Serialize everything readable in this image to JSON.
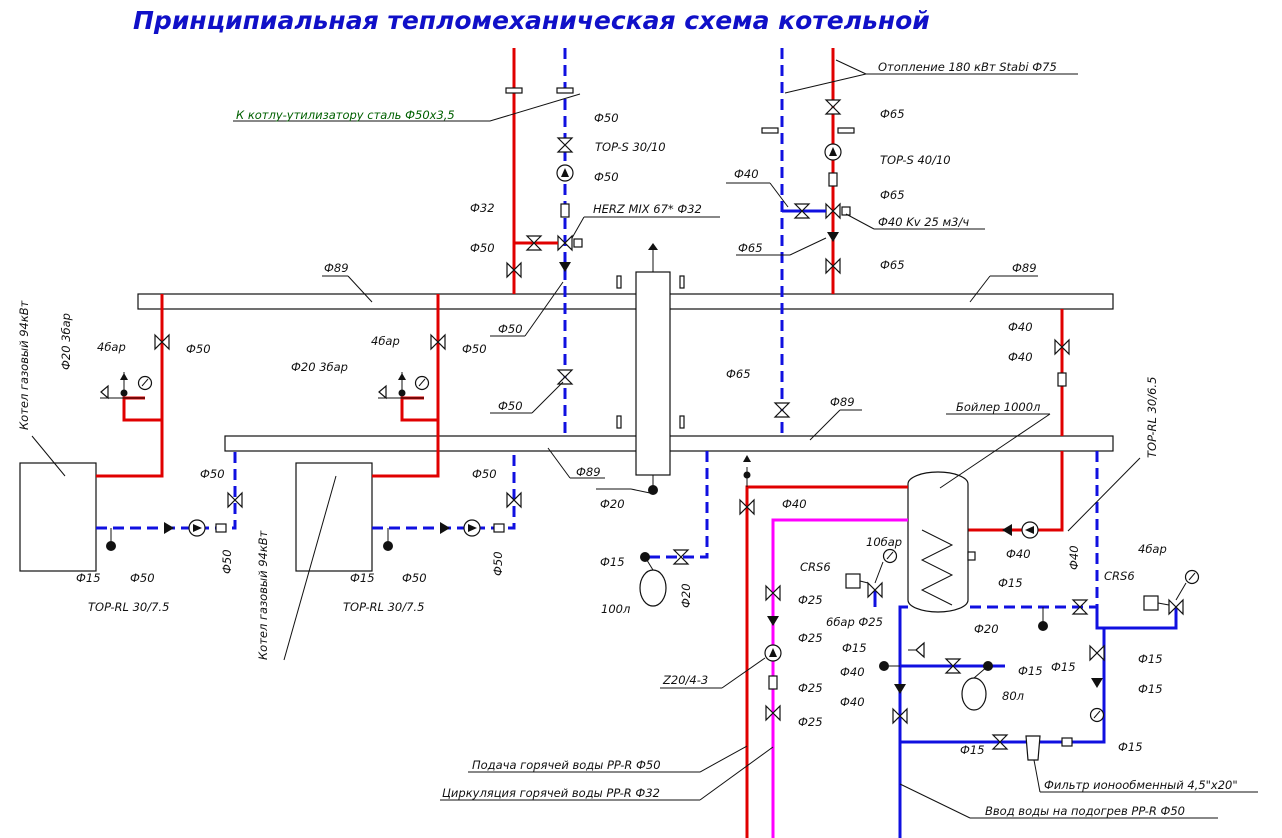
{
  "title": "Принципиальная тепломеханическая схема котельной",
  "labels": {
    "to_recovery_boiler": "К котлу-утилизатору сталь Ф50х3,5",
    "heating_line": "Отопление 180 кВт Stabi Ф75",
    "boiler1": "Котел газовый 94кВт",
    "boiler2": "Котел газовый 94кВт",
    "dhw_tank": "Бойлер 1000л",
    "hot_supply": "Подача горячей воды PP-R Ф50",
    "hot_circulation": "Циркуляция горячей воды PP-R Ф32",
    "cold_inlet": "Ввод воды на подогрев PP-R Ф50",
    "ion_filter": "Фильтр ионообменный 4,5\"х20\""
  },
  "pumps": {
    "top_s_30": "TOP-S 30/10",
    "top_s_40": "TOP-S 40/10",
    "top_rl_1": "TOP-RL 30/7.5",
    "top_rl_2": "TOP-RL 30/7.5",
    "top_rl_boiler": "TOP-RL 30/6.5",
    "z20": "Z20/4-3"
  },
  "devices": {
    "herz": "HERZ MIX 67* Ф32",
    "kv40": "Ф40 Kv 25 м3/ч",
    "crs6_a": "CRS6",
    "crs6_b": "CRS6",
    "tank100": "100л",
    "tank80": "80л",
    "bar4_a": "4бар",
    "bar4_b": "4бар",
    "bar4_c": "4бар",
    "bar10": "10бар",
    "bar6": "6бар Ф25",
    "sv1": "Ф20 3бар",
    "sv2": "Ф20 3бар"
  },
  "dn": {
    "f50_a": "Ф50",
    "f50_b": "Ф50",
    "f32": "Ф32",
    "f50_c": "Ф50",
    "f50_d": "Ф50",
    "f50_e": "Ф50",
    "f65_a": "Ф65",
    "f65_b": "Ф65",
    "f40_a": "Ф40",
    "f65_c": "Ф65",
    "f65_d": "Ф65",
    "f89_a": "Ф89",
    "f89_b": "Ф89",
    "f89_c": "Ф89",
    "f89_d": "Ф89",
    "f50_f": "Ф50",
    "f50_g": "Ф50",
    "f65_e": "Ф65",
    "f40_b": "Ф40",
    "f40_c": "Ф40",
    "f50_h": "Ф50",
    "f50_i": "Ф50",
    "f20_a": "Ф20",
    "f15_a": "Ф15",
    "f50_j": "Ф50",
    "f50_k": "Ф50",
    "f15_b": "Ф15",
    "f50_l": "Ф50",
    "f50_m": "Ф50",
    "f15_c": "Ф15",
    "f20_b": "Ф20",
    "f40_d": "Ф40",
    "f25_a": "Ф25",
    "f25_b": "Ф25",
    "f25_c": "Ф25",
    "f25_d": "Ф25",
    "f15_d": "Ф15",
    "f40_e": "Ф40",
    "f40_f": "Ф40",
    "f20_c": "Ф20",
    "f15_e": "Ф15",
    "f15_f": "Ф15",
    "f15_g": "Ф15",
    "f15_h": "Ф15",
    "f15_i": "Ф15",
    "f15_j": "Ф15",
    "f15_k": "Ф15",
    "f40_g": "Ф40",
    "f40_h": "Ф40"
  }
}
